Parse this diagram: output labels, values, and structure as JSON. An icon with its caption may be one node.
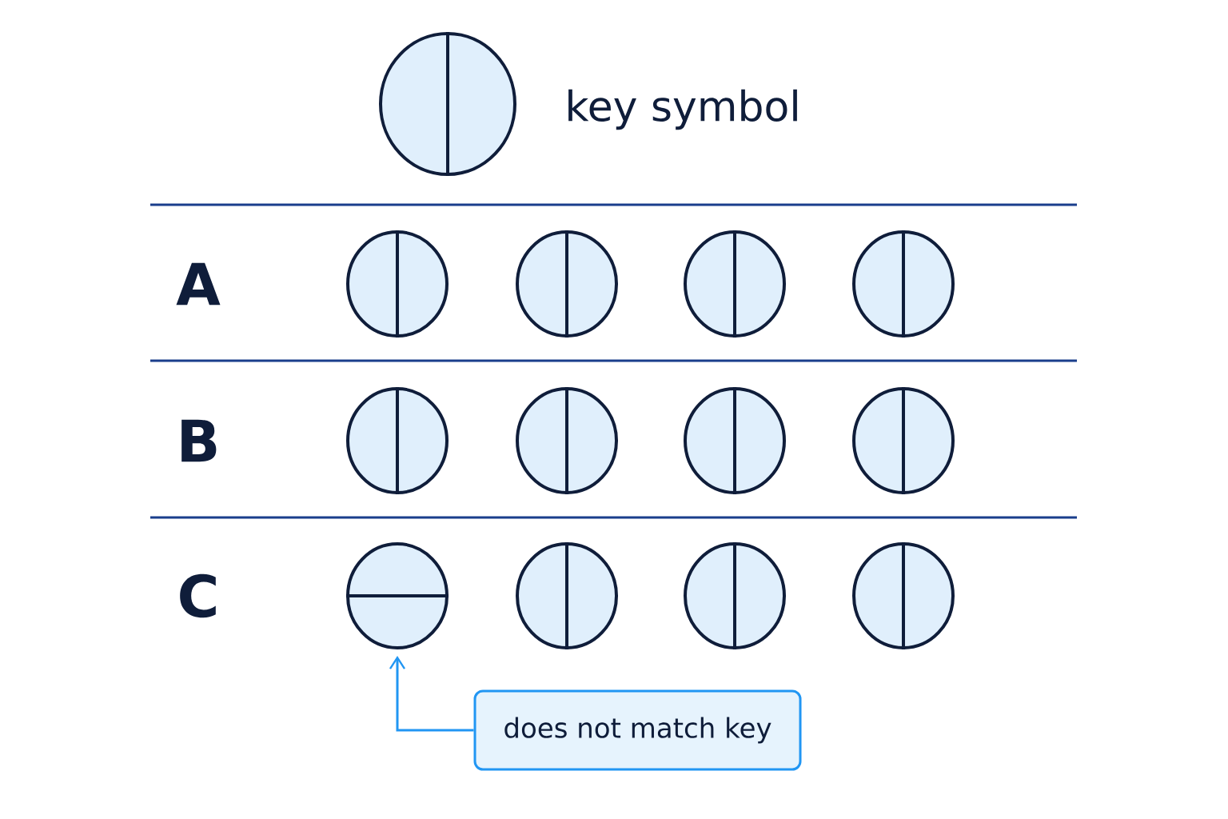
{
  "diagram": {
    "nodes": [
      {
        "text": [],
        "shape": "circle",
        "beside": [
          "key symbol"
        ]
      },
      {
        "text": [],
        "shape": "circle"
      },
      {
        "text": [],
        "shape": "circle"
      },
      {
        "text": [],
        "shape": "circle"
      },
      {
        "text": [],
        "shape": "circle"
      },
      {
        "text": [],
        "shape": "circle"
      },
      {
        "text": [],
        "shape": "circle"
      },
      {
        "text": [],
        "shape": "circle"
      },
      {
        "text": [],
        "shape": "circle"
      },
      {
        "text": [],
        "shape": "circle"
      },
      {
        "text": [],
        "shape": "circle"
      },
      {
        "text": [],
        "shape": "circle"
      },
      {
        "text": [],
        "shape": "circle"
      },
      {
        "text": [
          "does not match key"
        ]
      }
    ],
    "edges": [
      {
        "from": 13,
        "to": 9,
        "arrow": "to"
      }
    ],
    "labels": [
      "A",
      "B",
      "C"
    ]
  }
}
